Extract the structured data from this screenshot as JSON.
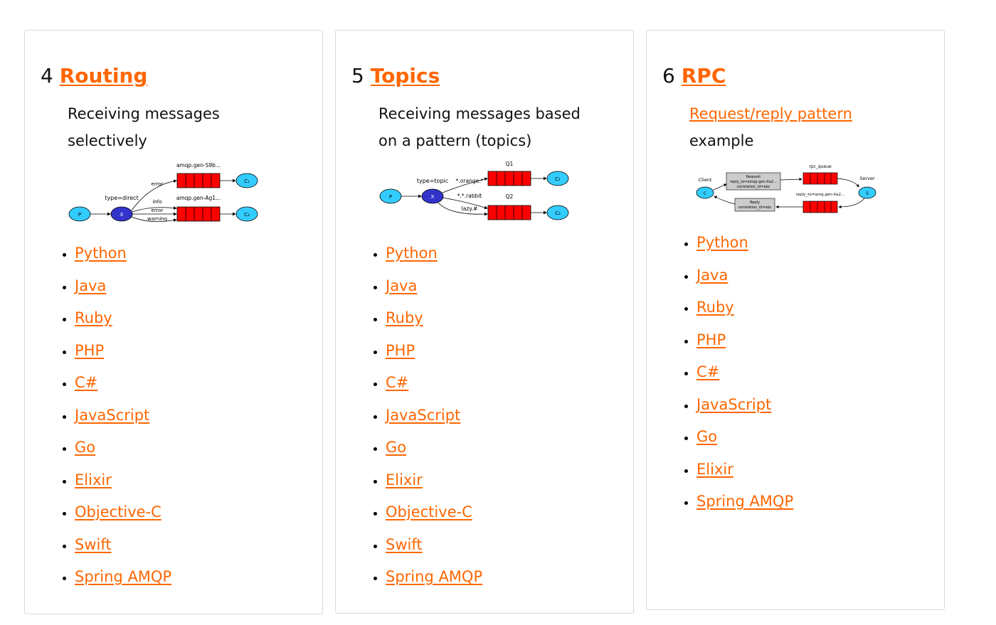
{
  "cards": [
    {
      "number": "4",
      "title": "Routing",
      "description": "Receiving messages selectively",
      "diagram": {
        "queue1_label": "amqp.gen-S9b...",
        "queue2_label": "amqp.gen-Ag1...",
        "exchange_type": "type=direct",
        "binding1": "error",
        "binding2": "info",
        "binding3": "error",
        "binding4": "warning",
        "producer": "P",
        "exchange": "X",
        "consumer1": "C₁",
        "consumer2": "C₂"
      },
      "languages": [
        "Python",
        "Java",
        "Ruby",
        "PHP",
        "C#",
        "JavaScript",
        "Go",
        "Elixir",
        "Objective-C",
        "Swift",
        "Spring AMQP"
      ]
    },
    {
      "number": "5",
      "title": "Topics",
      "description": "Receiving messages based on a pattern (topics)",
      "diagram": {
        "queue1_label": "Q1",
        "queue2_label": "Q2",
        "exchange_type": "type=topic",
        "binding1": "*.orange.*",
        "binding2": "*.*.rabbit",
        "binding3": "lazy.#",
        "producer": "P",
        "exchange": "X",
        "consumer1": "C₁",
        "consumer2": "C₂"
      },
      "languages": [
        "Python",
        "Java",
        "Ruby",
        "PHP",
        "C#",
        "JavaScript",
        "Go",
        "Elixir",
        "Objective-C",
        "Swift",
        "Spring AMQP"
      ]
    },
    {
      "number": "6",
      "title": "RPC",
      "description_link": "Request/reply pattern",
      "description_rest": "example",
      "diagram": {
        "client_label": "Client",
        "server_label": "Server",
        "queue_label": "rpc_queue",
        "reply_queue_label": "reply_to=amq.gen-Xa2...",
        "request_box_line1": "Request",
        "request_box_line2": "reply_to=amqp.gen-Xa2...",
        "request_box_line3": "correlation_id=abc",
        "reply_box_line1": "Reply",
        "reply_box_line2": "correlation_id=abc",
        "client_node": "C",
        "server_node": "S"
      },
      "languages": [
        "Python",
        "Java",
        "Ruby",
        "PHP",
        "C#",
        "JavaScript",
        "Go",
        "Elixir",
        "Spring AMQP"
      ]
    }
  ],
  "colors": {
    "link": "#ff6600",
    "queue": "#ff0000",
    "node": "#33ccff",
    "exchange": "#3333cc"
  }
}
